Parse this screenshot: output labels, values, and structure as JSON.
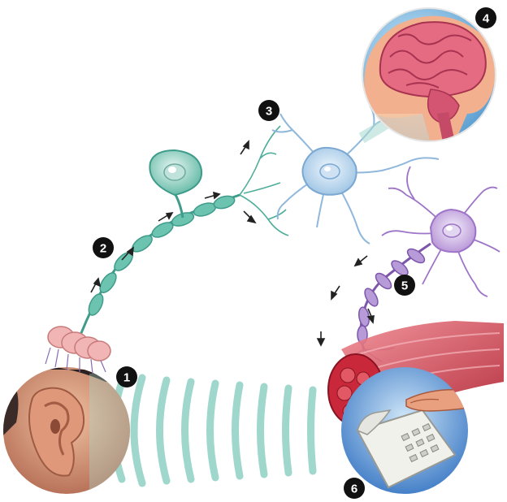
{
  "steps": [
    {
      "label": "1",
      "part": "ear"
    },
    {
      "label": "2",
      "part": "sensory-neuron"
    },
    {
      "label": "3",
      "part": "interneuron"
    },
    {
      "label": "4",
      "part": "brain"
    },
    {
      "label": "5",
      "part": "motor-neuron"
    },
    {
      "label": "6",
      "part": "muscle-and-hand-on-telephone"
    }
  ],
  "colors": {
    "background": "#ffffff",
    "badge": "#111111",
    "badge_text": "#ffffff",
    "sound_waves": "#8fd1c4",
    "sensory_neuron": "#5fb9a6",
    "interneuron": "#9fc7e6",
    "motor_neuron": "#b18bd3",
    "muscle": "#c9283a",
    "brain": "#e56b82",
    "skin": "#e6a98a",
    "arrows": "#222222"
  },
  "icons": [
    "ear-image",
    "brain-image",
    "hand-telephone-image",
    "arrow-icon",
    "sound-wave-icon"
  ]
}
